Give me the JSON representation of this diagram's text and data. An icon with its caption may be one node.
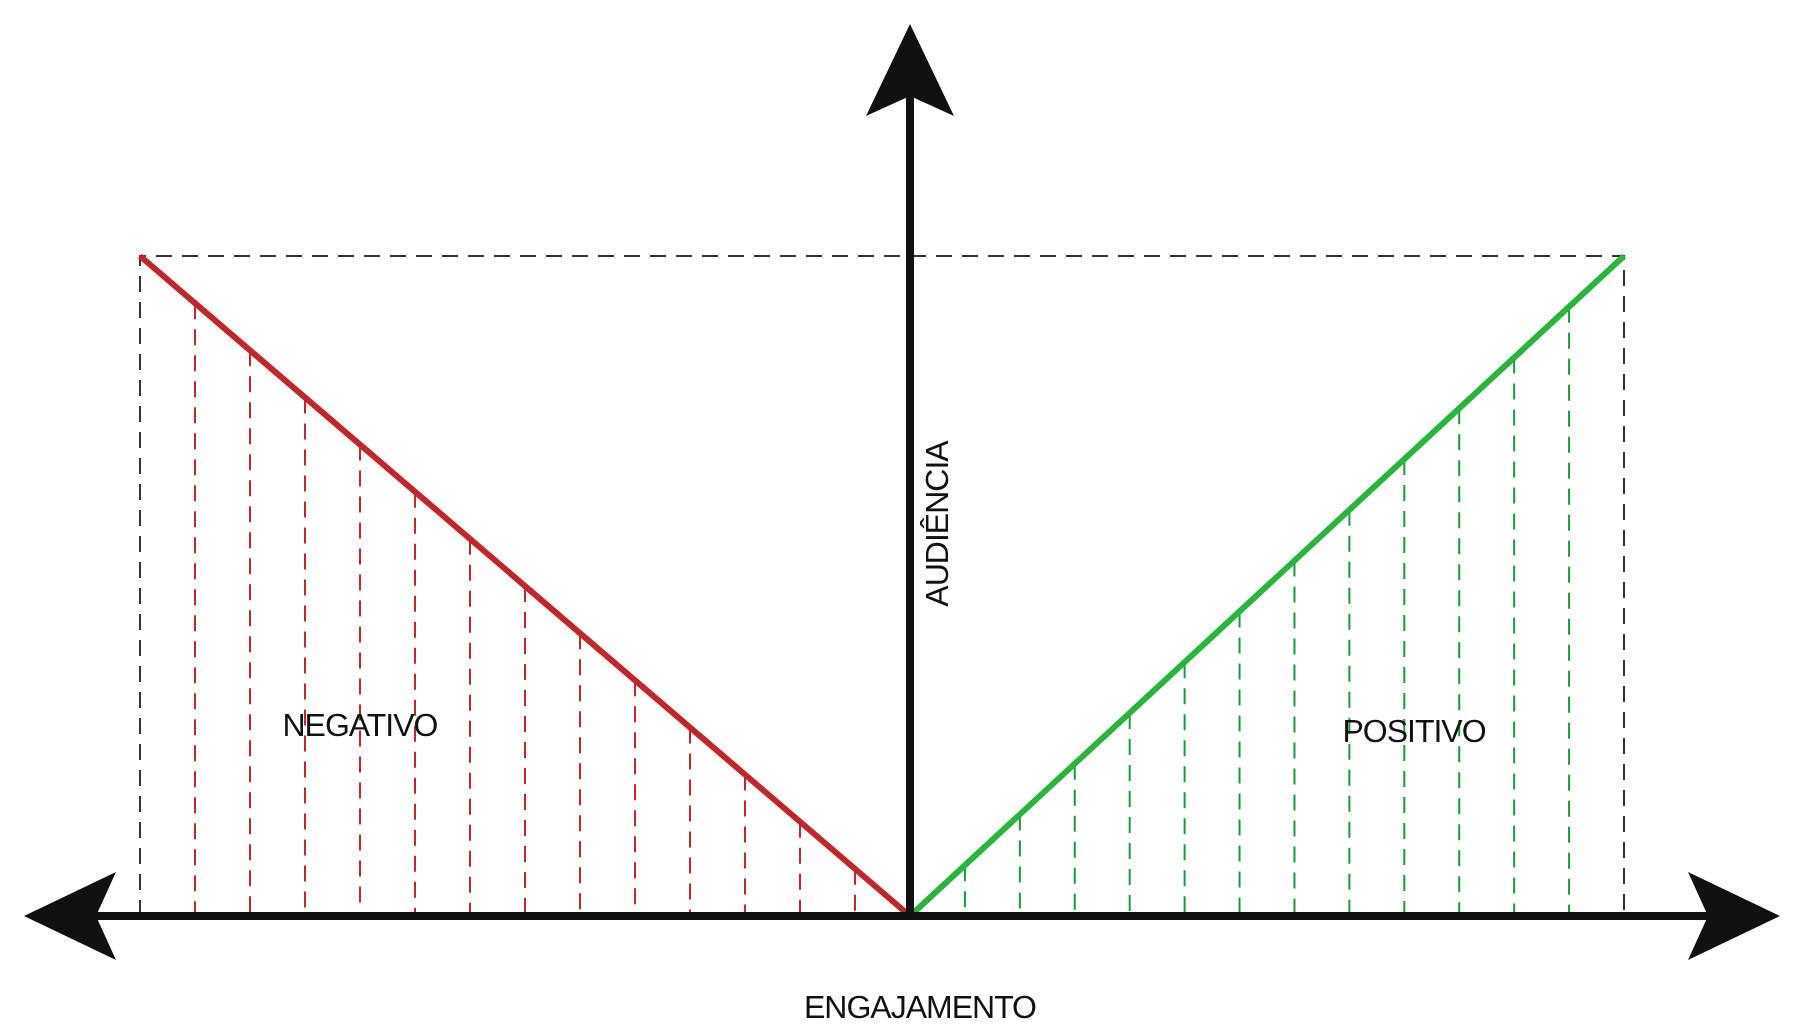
{
  "diagram": {
    "labels": [
      "AUDIÊNCIA",
      "NEGATIVO",
      "POSITIVO",
      "ENGAJAMENTO"
    ]
  }
}
